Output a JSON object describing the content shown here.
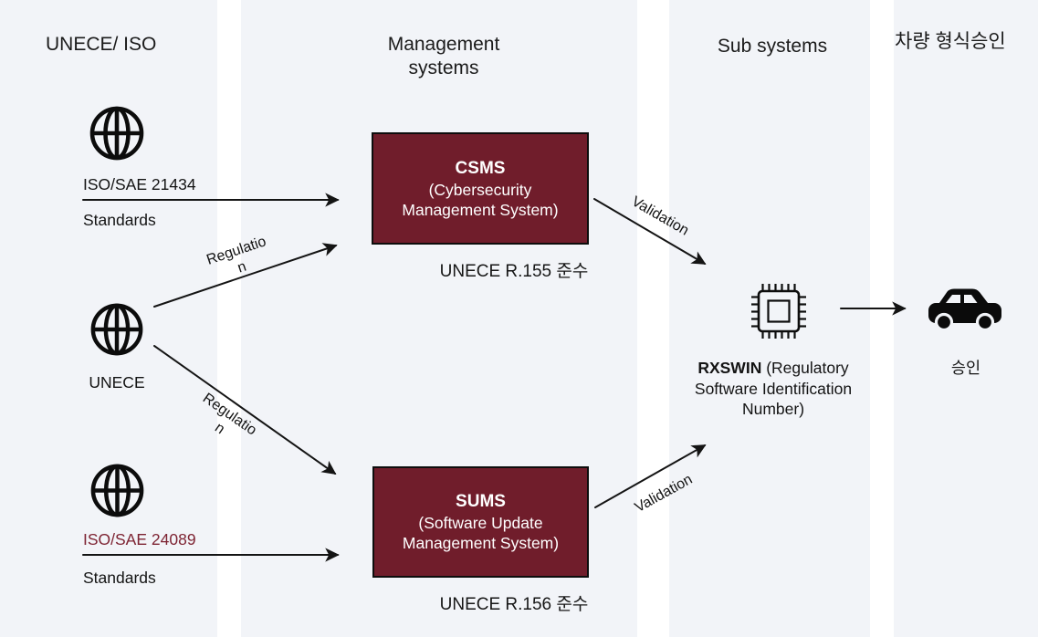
{
  "colors": {
    "column_bg": "#f2f4f8",
    "box_fill": "#701d2b",
    "box_border": "#0d0d0d",
    "accent_text": "#7e2433",
    "text": "#141414"
  },
  "columns": [
    {
      "id": "unece-iso",
      "label": "UNECE/ ISO"
    },
    {
      "id": "management-systems",
      "label": "Management systems"
    },
    {
      "id": "sub-systems",
      "label": "Sub systems"
    },
    {
      "id": "vehicle-type-approval",
      "label": "차량 형식승인"
    }
  ],
  "nodes": {
    "iso21434": {
      "icon": "globe-icon",
      "label": "ISO/SAE 21434",
      "sublabel": "Standards"
    },
    "unece": {
      "icon": "globe-icon",
      "label": "UNECE"
    },
    "iso24089": {
      "icon": "globe-icon",
      "label": "ISO/SAE 24089",
      "sublabel": "Standards"
    },
    "csms": {
      "title": "CSMS",
      "subtitle_line1": "(Cybersecurity",
      "subtitle_line2": "Management System)",
      "caption": "UNECE R.155 준수"
    },
    "sums": {
      "title": "SUMS",
      "subtitle_line1": "(Software Update",
      "subtitle_line2": "Management System)",
      "caption": "UNECE R.156 준수"
    },
    "rxswin": {
      "icon": "chip-icon",
      "title": "RXSWIN",
      "title_rest": " (Regulatory",
      "line2": "Software Identification",
      "line3": "Number)"
    },
    "approval": {
      "icon": "car-icon",
      "label": "승인"
    }
  },
  "edge_labels": {
    "regulation_top": "Regulation",
    "regulation_bottom": "Regulation",
    "validation_top": "Validation",
    "validation_bottom": "Validation"
  }
}
